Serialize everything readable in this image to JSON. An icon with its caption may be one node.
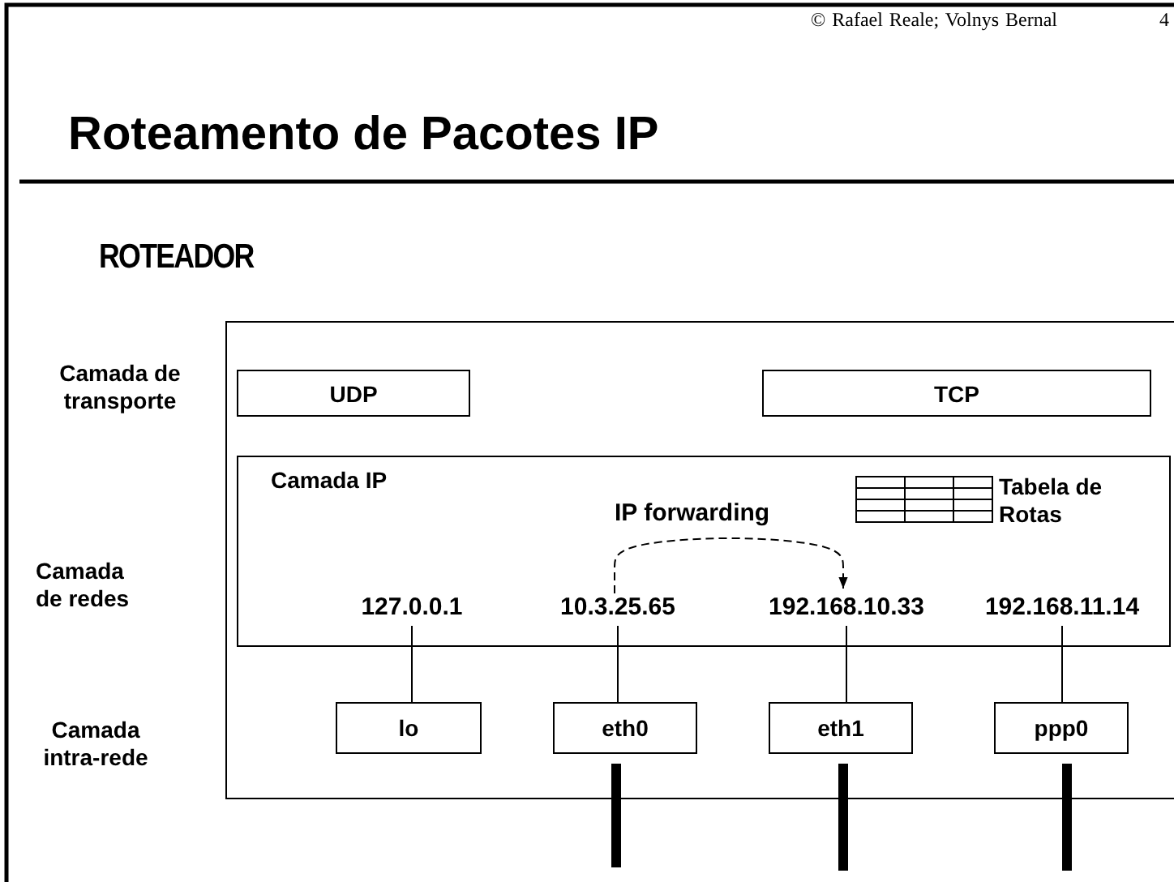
{
  "diagram": {
    "title": "Roteamento de Pacotes IP",
    "nodes": [
      {
        "text": [],
        "shape": "box"
      },
      {
        "text": [
          "UDP"
        ],
        "in": 0
      },
      {
        "text": [
          "TCP"
        ],
        "in": 0
      },
      {
        "text": [
          "Camada IP"
        ],
        "in": 0
      },
      {
        "text": [
          "127.0.0.1"
        ],
        "in": 3
      },
      {
        "text": [
          "10.3.25.65"
        ],
        "in": 3
      },
      {
        "text": [
          "192.168.10.33"
        ],
        "in": 3
      },
      {
        "text": [
          "192.168.11.14"
        ],
        "in": 3
      },
      {
        "text": [
          "lo"
        ],
        "in": 0
      },
      {
        "text": [
          "eth0"
        ],
        "in": 0
      },
      {
        "text": [
          "eth1"
        ],
        "in": 0
      },
      {
        "text": [
          "ppp0"
        ],
        "in": 0
      }
    ],
    "edges": [
      {
        "from": 4,
        "to": 8,
        "arrow": "none"
      },
      {
        "from": 5,
        "to": 9,
        "arrow": "none"
      },
      {
        "from": 6,
        "to": 10,
        "arrow": "none"
      },
      {
        "from": 7,
        "to": 11,
        "arrow": "none"
      },
      {
        "from": 5,
        "to": 6,
        "arrow": "to",
        "style": "dashed",
        "label": "IP forwarding"
      }
    ],
    "labels": [
      "© Rafael Reale; Volnys Bernal",
      "4",
      "ROTEADOR",
      "Camada de transporte",
      "Camada de redes",
      "Camada intra-rede",
      "Tabela de Rotas"
    ]
  }
}
